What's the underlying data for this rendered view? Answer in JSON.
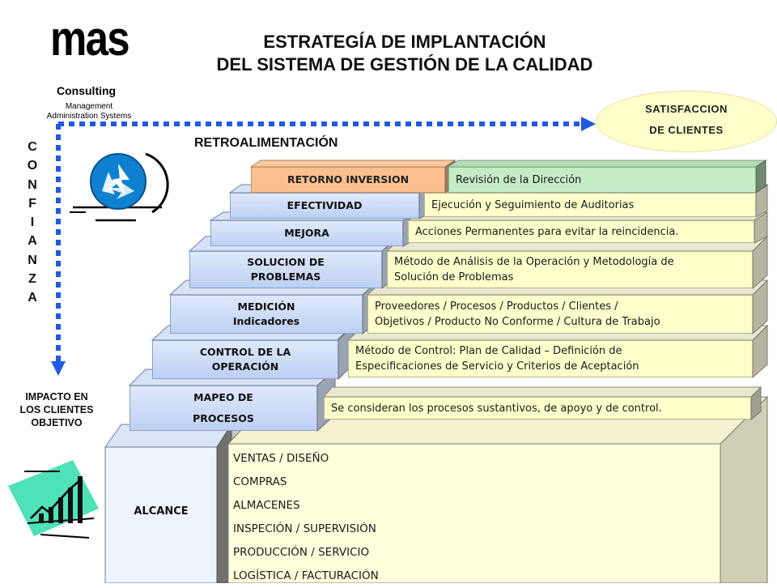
{
  "logo": {
    "brand": "mas",
    "consulting": "Consulting",
    "subtitle_1": "Management",
    "subtitle_2": "Administration Systems"
  },
  "title": {
    "line1": "ESTRATEGÍA DE IMPLANTACIÓN",
    "line2": "DEL SISTEMA DE GESTIÓN DE LA CALIDAD"
  },
  "satisfaction": {
    "line1": "SATISFACCION",
    "line2": "DE CLIENTES"
  },
  "feedback_label": "RETROALIMENTACIÓN",
  "confianza": [
    "C",
    "O",
    "N",
    "F",
    "I",
    "A",
    "N",
    "Z",
    "A"
  ],
  "impact": {
    "line1": "IMPACTO EN",
    "line2": "LOS CLIENTES",
    "line3": "OBJETIVO"
  },
  "steps": [
    {
      "label": "RETORNO INVERSION",
      "description": "Revisión de la Dirección"
    },
    {
      "label": "EFECTIVIDAD",
      "description": "Ejecución y Seguimiento de Auditorias"
    },
    {
      "label": "MEJORA",
      "description": "Acciones Permanentes para evitar la reincidencia."
    },
    {
      "label": "SOLUCION DE\nPROBLEMAS",
      "description": "Método de Análisis de la Operación y Metodología de\nSolución de Problemas"
    },
    {
      "label": "MEDICIÓN\nIndicadores",
      "description": "Proveedores / Procesos / Productos / Clientes /\nObjetivos / Producto No Conforme / Cultura de Trabajo"
    },
    {
      "label": "CONTROL DE LA\nOPERACIÓN",
      "description": "Método de Control: Plan de Calidad – Definición de\nEspecificaciones  de Servicio y Criterios de Aceptación"
    },
    {
      "label": "MAPEO DE\nPROCESOS",
      "description": "Se consideran los procesos sustantivos, de apoyo y de control."
    }
  ],
  "scope": {
    "label": "ALCANCE",
    "items": [
      "VENTAS / DISEÑO",
      "COMPRAS",
      "ALMACENES",
      "INSPECIÓN / SUPERVISIÓN",
      "PRODUCCIÓN / SERVICIO",
      "LOGÍSTICA / FACTURACIÓN"
    ]
  },
  "colors": {
    "header_blue": "#c9d9f6",
    "header_orange": "#fac090",
    "description_yellow": "#ffffcc",
    "description_green": "#c6ecc6",
    "arrow_blue": "#1f5be0"
  },
  "icons": [
    "recycle-icon",
    "growth-chart-icon"
  ]
}
